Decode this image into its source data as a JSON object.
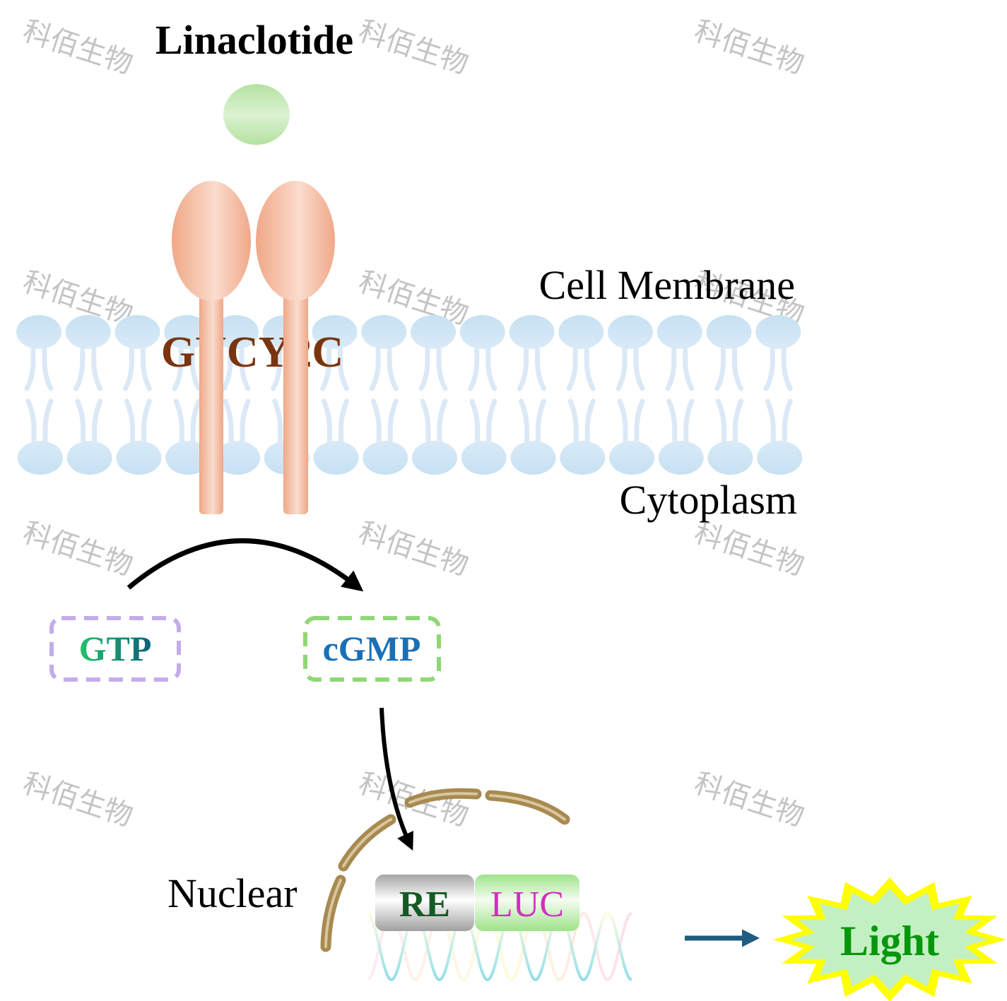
{
  "title": "Linaclotide",
  "receptor": {
    "label": "GUCY2C",
    "color": "#7a3510"
  },
  "regions": {
    "membrane": "Cell Membrane",
    "cytoplasm": "Cytoplasm",
    "nucleus": "Nuclear"
  },
  "molecules": {
    "substrate": "GTP",
    "product": "cGMP"
  },
  "reporter": {
    "element": "RE",
    "gene": "LUC"
  },
  "output": {
    "label": "Light"
  },
  "watermark": "科佰生物",
  "colors": {
    "ligand": "#b5e3a3",
    "receptor": "#f2b597",
    "lipid": "#cde4f4",
    "gtp_border": "#c4acea",
    "cgmp_border": "#8ed874",
    "cgmp_text": "#1a6fb5",
    "nuclear_envelope": "#a88a50",
    "re_text": "#145a24",
    "luc_text": "#d22fbf",
    "light_star_outer": "#ffff00",
    "light_star_inner": "#c3f0c3",
    "light_text": "#07960c",
    "output_arrow": "#1e5c80"
  }
}
